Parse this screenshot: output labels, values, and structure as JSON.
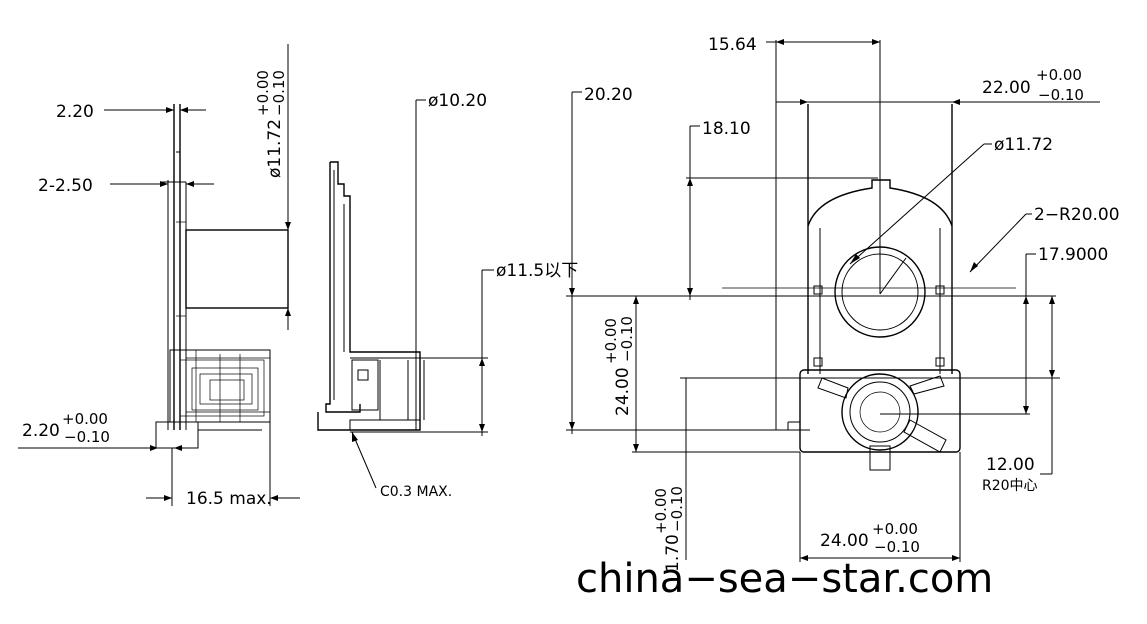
{
  "dimensions": {
    "left_2_20": "2.20",
    "left_2_2_50": "2-2.50",
    "left_dia_11_72": "ø11.72",
    "left_dia_tol_plus": "+0.00",
    "left_dia_tol_minus": "−0.10",
    "left_bottom_2_20": "2.20",
    "left_bottom_tol_plus": "+0.00",
    "left_bottom_tol_minus": "−0.10",
    "left_16_5": "16.5  max.",
    "mid_dia_10_20": "ø10.20",
    "mid_dia_11_5": "ø11.5以下",
    "mid_chamfer": "C0.3 MAX.",
    "right_15_64": "15.64",
    "right_20_20": "20.20",
    "right_18_10": "18.10",
    "right_22_00": "22.00",
    "right_22_tol_plus": "+0.00",
    "right_22_tol_minus": "−0.10",
    "right_dia_11_72": "ø11.72",
    "right_radius": "2−R20.00",
    "right_17_9000": "17.9000",
    "right_24_00_v": "24.00",
    "right_24v_tol_plus": "+0.00",
    "right_24v_tol_minus": "−0.10",
    "right_12_00": "12.00",
    "right_r20_center": "R20中心",
    "right_1_70": "1.70",
    "right_170_tol_plus": "+0.00",
    "right_170_tol_minus": "−0.10",
    "right_24_00_h": "24.00",
    "right_24h_tol_plus": "+0.00",
    "right_24h_tol_minus": "−0.10"
  },
  "watermark": "china−sea−star.com"
}
